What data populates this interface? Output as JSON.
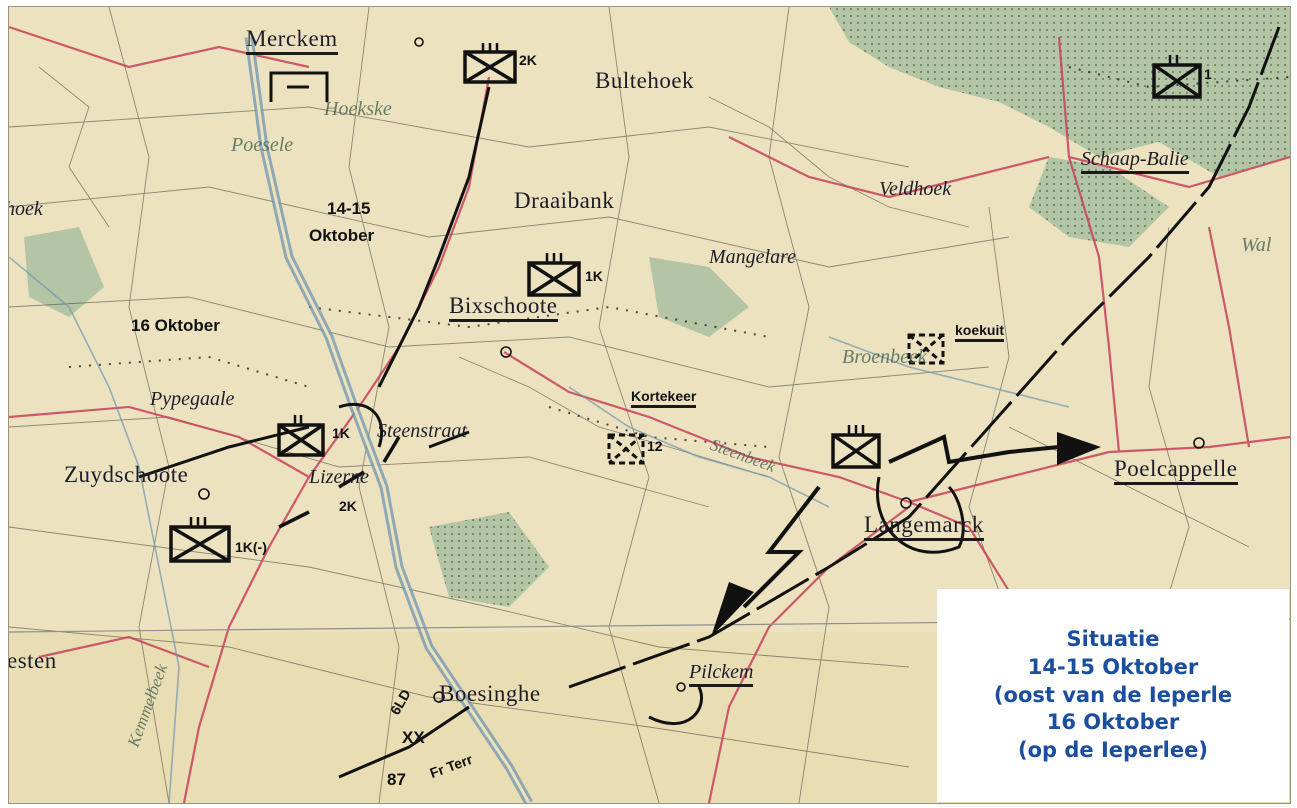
{
  "places": {
    "merckem": "Merckem",
    "hoekske": "Hoekske",
    "bultehoek": "Bultehoek",
    "poesele": "Poesele",
    "draaibank": "Draaibank",
    "veldhoek": "Veldhoek",
    "schaap_balie": "Schaap-Balie",
    "mangelare": "Mangelare",
    "bixschoote": "Bixschoote",
    "broenbeek": "Broenbeek",
    "pypegaale": "Pypegaale",
    "steenstraat": "Steenstraat",
    "kortekeer": "Kortekeer",
    "zuydschoote": "Zuydschoote",
    "lizerne": "Lizerne",
    "langemarck": "Langemarck",
    "poelcappelle": "Poelcappelle",
    "pilckem": "Pilckem",
    "boesinghe": "Boesinghe",
    "hoek_left": "hoek",
    "esten": "esten",
    "steenbeek": "Steenbeek",
    "waltje": "Wal",
    "kemmelbeek": "Kemmelbeek"
  },
  "annotations": {
    "date_14_15": "14-15",
    "date_oktober": "Oktober",
    "date_16": "16 Oktober",
    "koekuit": "koekuit",
    "unit_2k_top": "2K",
    "unit_1k": "1K",
    "unit_2k_mid": "2K",
    "unit_1k_paren": "1K",
    "unit_1k_minus": "1K(-)",
    "unit_12": "12",
    "unit_1_right": "1",
    "unit_6ld": "6LD",
    "unit_xx": "XX",
    "unit_87": "87",
    "unit_fr_terr": "Fr Terr"
  },
  "legend": {
    "line1": "Situatie",
    "line2": "14-15 Oktober",
    "line3": "(oost van de Ieperle",
    "line4": "16 Oktober",
    "line5": "(op de Ieperlee)"
  },
  "colors": {
    "map_base": "#ece2bf",
    "forest": "#9fb79a",
    "road_red": "#c8405a",
    "water": "#6f96b0",
    "ink": "#111111",
    "legend_text": "#1a4fa0"
  }
}
